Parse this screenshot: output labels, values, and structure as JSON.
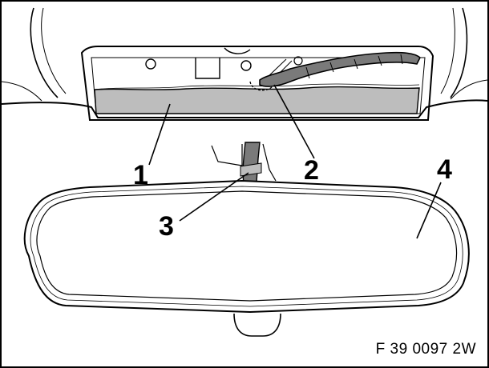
{
  "callouts": [
    {
      "id": "1",
      "text": "1"
    },
    {
      "id": "2",
      "text": "2"
    },
    {
      "id": "3",
      "text": "3"
    },
    {
      "id": "4",
      "text": "4"
    }
  ],
  "figure_code": "F 39 0097 2W",
  "colors": {
    "line": "#000000",
    "fill_grey": "#bdbdbd",
    "dark_grey": "#7a7a7a",
    "background": "#ffffff"
  }
}
